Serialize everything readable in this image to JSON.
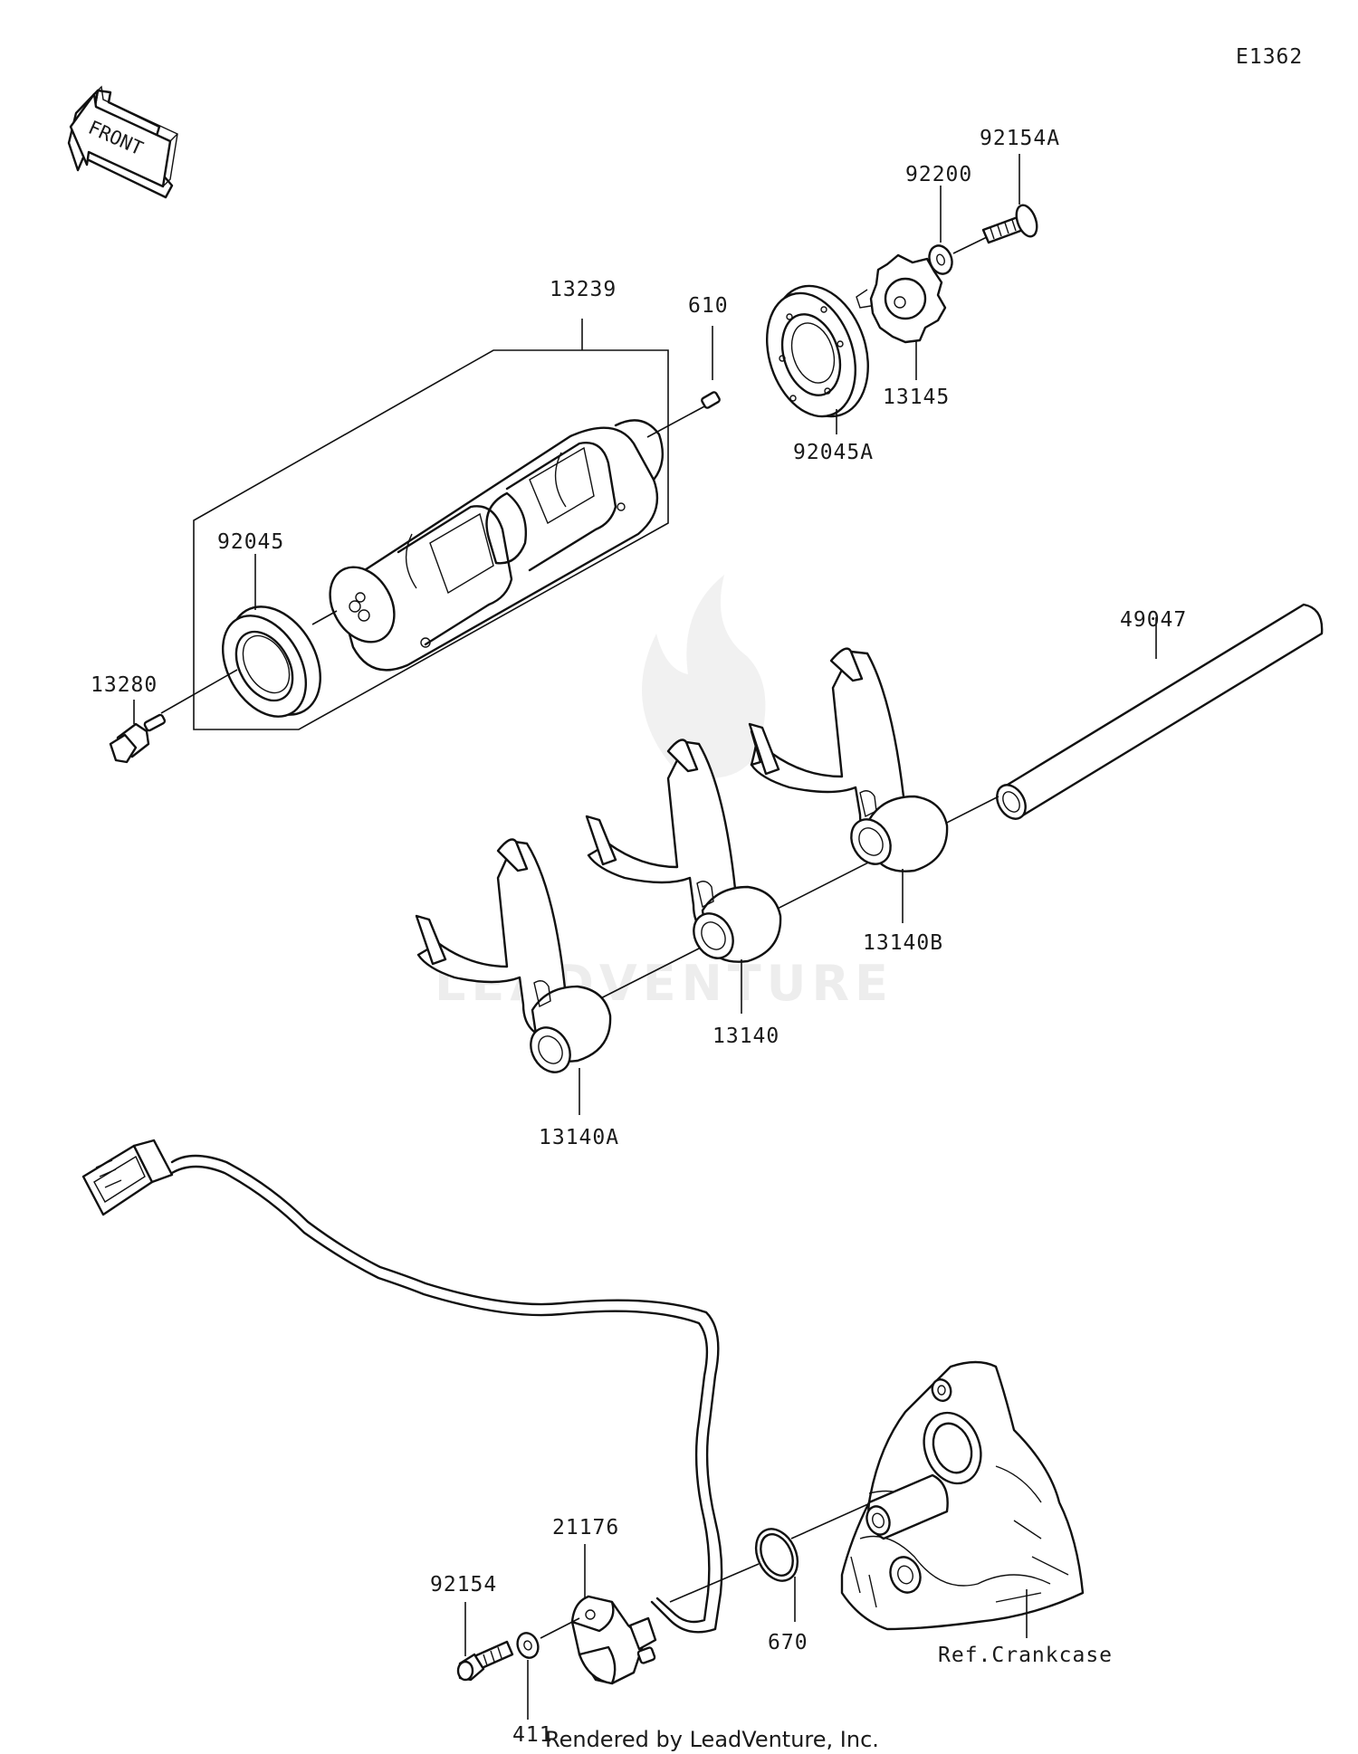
{
  "diagram_code": "E1362",
  "front_arrow": {
    "label": "FRONT",
    "icon": "front-direction-arrow-icon"
  },
  "watermark": "LEADVENTURE",
  "footer": "Rendered by LeadVenture, Inc.",
  "parts": {
    "p13239": "13239",
    "p610": "610",
    "p92045": "92045",
    "p13280": "13280",
    "p92045A": "92045A",
    "p13145": "13145",
    "p92200": "92200",
    "p92154A": "92154A",
    "p49047": "49047",
    "p13140B": "13140B",
    "p13140": "13140",
    "p13140A": "13140A",
    "p21176": "21176",
    "p92154": "92154",
    "p411": "411",
    "p670": "670",
    "ref_crankcase": "Ref.Crankcase"
  }
}
